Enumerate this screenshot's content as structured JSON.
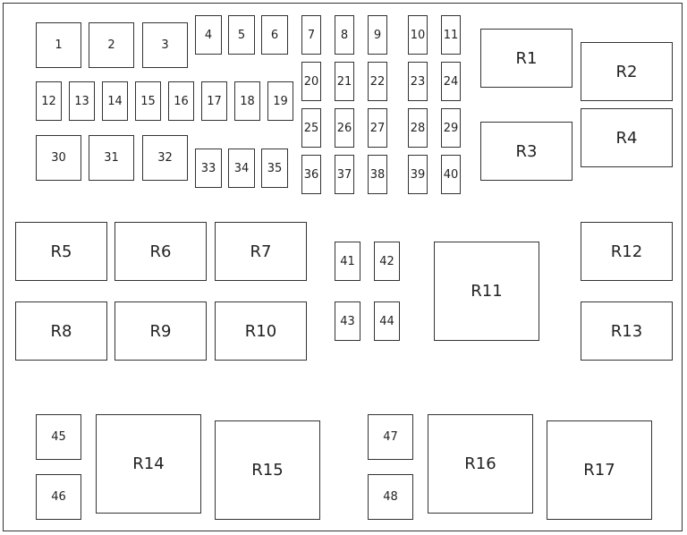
{
  "fuses": [
    "1",
    "2",
    "3",
    "4",
    "5",
    "6",
    "7",
    "8",
    "9",
    "10",
    "11",
    "12",
    "13",
    "14",
    "15",
    "16",
    "17",
    "18",
    "19",
    "20",
    "21",
    "22",
    "23",
    "24",
    "25",
    "26",
    "27",
    "28",
    "29",
    "30",
    "31",
    "32",
    "33",
    "34",
    "35",
    "36",
    "37",
    "38",
    "39",
    "40",
    "41",
    "42",
    "43",
    "44",
    "45",
    "46",
    "47",
    "48"
  ],
  "relays": [
    "R1",
    "R2",
    "R3",
    "R4",
    "R5",
    "R6",
    "R7",
    "R8",
    "R9",
    "R10",
    "R11",
    "R12",
    "R13",
    "R14",
    "R15",
    "R16",
    "R17"
  ],
  "colors": {
    "outline": "#333333",
    "background": "#ffffff",
    "text": "#222222"
  }
}
